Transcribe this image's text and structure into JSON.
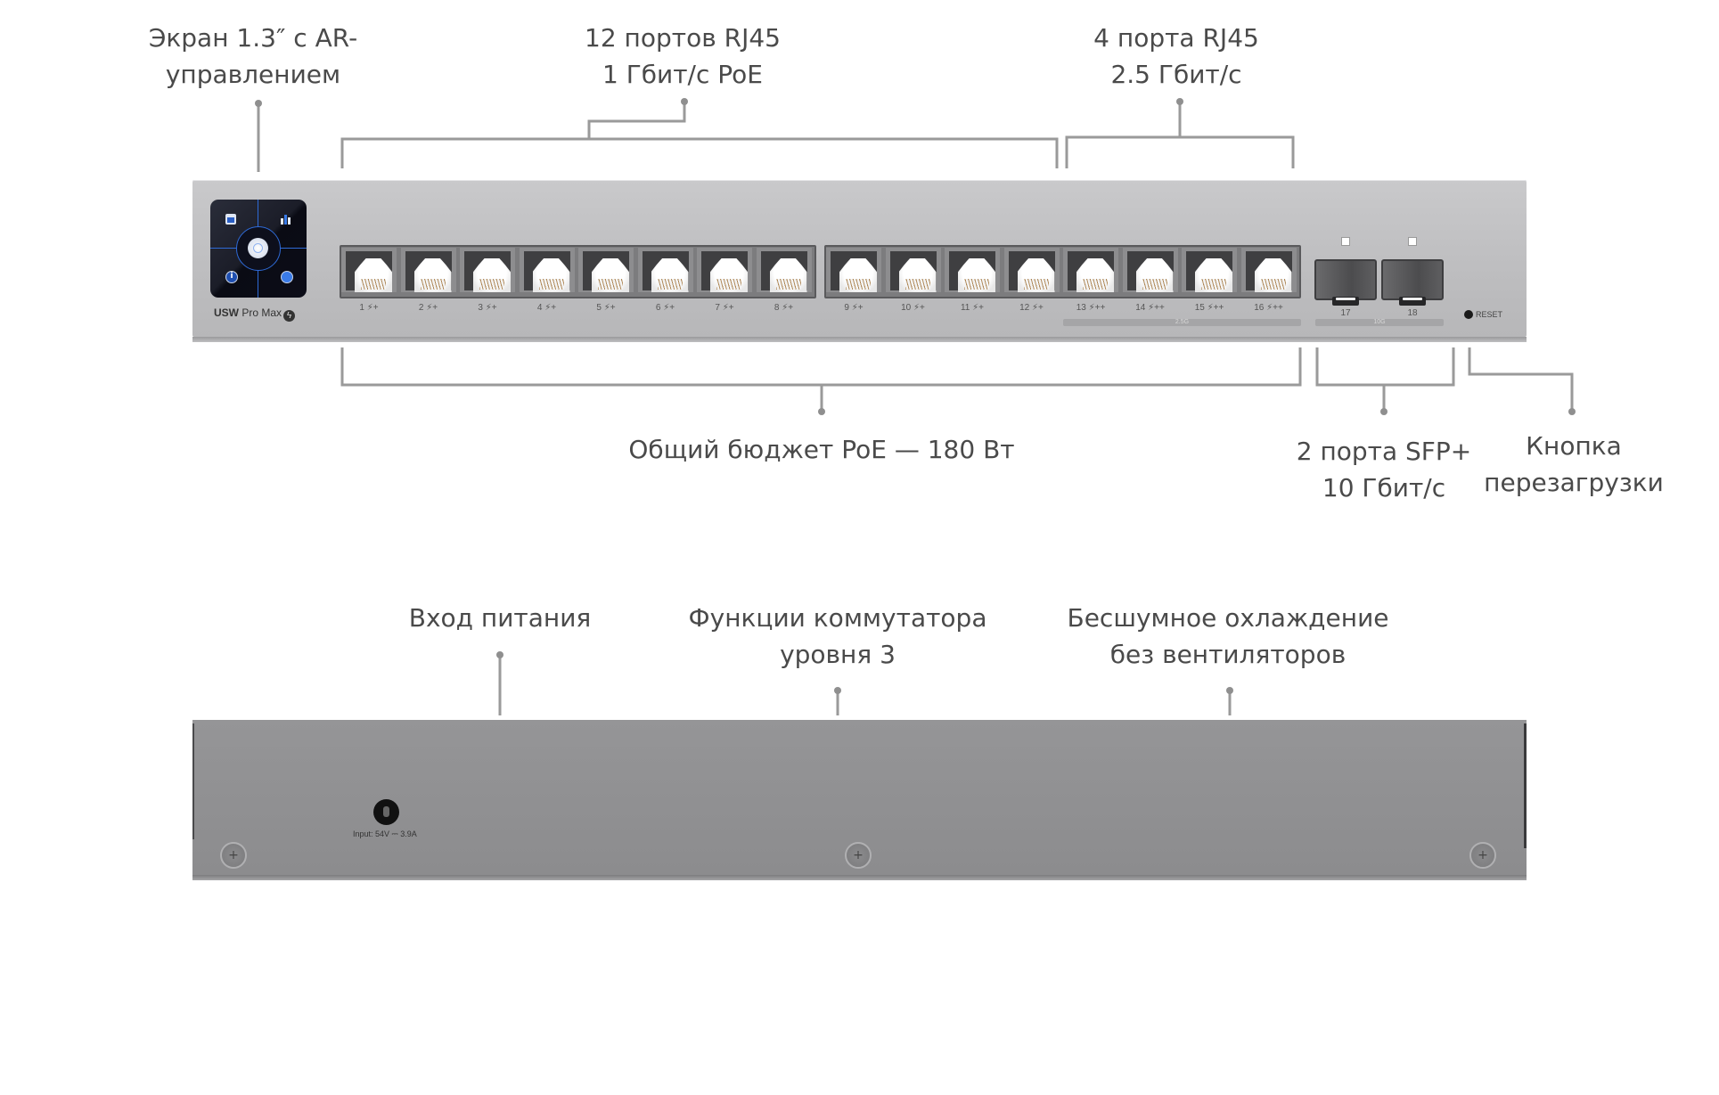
{
  "top_callouts": {
    "screen": {
      "line1": "Экран 1.3″ с AR-",
      "line2": "управлением"
    },
    "rj45_1g": {
      "line1": "12 портов RJ45",
      "line2": "1 Гбит/с PoE"
    },
    "rj45_25g": {
      "line1": "4 порта RJ45",
      "line2": "2.5 Гбит/с"
    }
  },
  "bottom_callouts": {
    "poe_budget": "Общий бюджет PoE — 180 Вт",
    "sfp": {
      "line1": "2 порта SFP+",
      "line2": "10 Гбит/с"
    },
    "reset": {
      "line1": "Кнопка",
      "line2": "перезагрузки"
    }
  },
  "back_callouts": {
    "power": "Вход питания",
    "l3": {
      "line1": "Функции коммутатора",
      "line2": "уровня 3"
    },
    "cooling": {
      "line1": "Бесшумное охлаждение",
      "line2": "без вентиляторов"
    }
  },
  "device": {
    "model_brand": "USW",
    "model_name": "Pro Max",
    "model_icon": "poe-bolt-icon",
    "screen_icons": [
      "ethernet-icon",
      "stats-icon",
      "info-icon",
      "globe-icon"
    ],
    "ports": [
      {
        "num": "1",
        "mark": "⚡︎+"
      },
      {
        "num": "2",
        "mark": "⚡︎+"
      },
      {
        "num": "3",
        "mark": "⚡︎+"
      },
      {
        "num": "4",
        "mark": "⚡︎+"
      },
      {
        "num": "5",
        "mark": "⚡︎+"
      },
      {
        "num": "6",
        "mark": "⚡︎+"
      },
      {
        "num": "7",
        "mark": "⚡︎+"
      },
      {
        "num": "8",
        "mark": "⚡︎+"
      },
      {
        "num": "9",
        "mark": "⚡︎+"
      },
      {
        "num": "10",
        "mark": "⚡︎+"
      },
      {
        "num": "11",
        "mark": "⚡︎+"
      },
      {
        "num": "12",
        "mark": "⚡︎+"
      },
      {
        "num": "13",
        "mark": "⚡︎++"
      },
      {
        "num": "14",
        "mark": "⚡︎++"
      },
      {
        "num": "15",
        "mark": "⚡︎++"
      },
      {
        "num": "16",
        "mark": "⚡︎++"
      }
    ],
    "sfp_ports": [
      "17",
      "18"
    ],
    "speed_bars": {
      "rj45_25g": "2.5G",
      "sfp": "10G"
    },
    "reset_label": "RESET",
    "power_input_label": "Input: 54V ⎓ 3.9A"
  }
}
